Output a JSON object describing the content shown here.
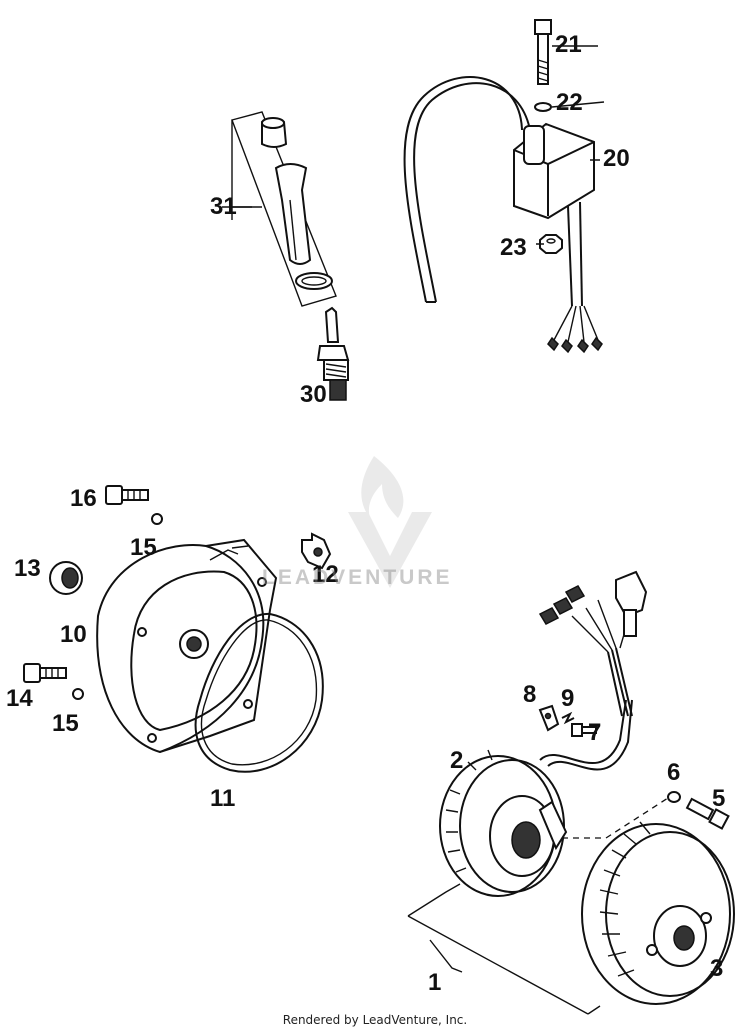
{
  "labels": {
    "p1": "1",
    "p2": "2",
    "p3": "3",
    "p5": "5",
    "p6": "6",
    "p7": "7",
    "p8": "8",
    "p9": "9",
    "p10": "10",
    "p11": "11",
    "p12": "12",
    "p13": "13",
    "p14": "14",
    "p15a": "15",
    "p15b": "15",
    "p16": "16",
    "p20": "20",
    "p21": "21",
    "p22": "22",
    "p23": "23",
    "p30": "30",
    "p31": "31"
  },
  "watermark": {
    "brand": "LEADVENTURE"
  },
  "footer": {
    "text": "Rendered by LeadVenture, Inc."
  }
}
